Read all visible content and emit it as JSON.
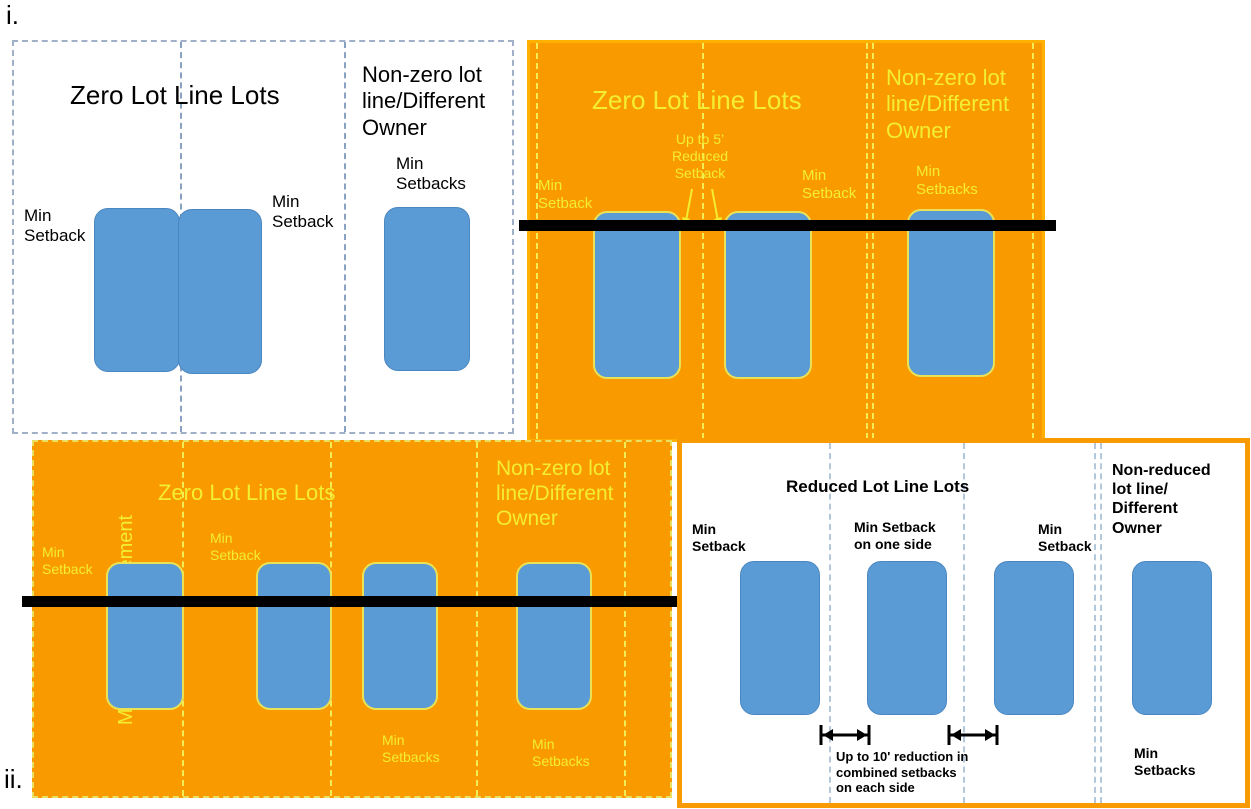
{
  "labels": {
    "i": "i.",
    "ii": "ii."
  },
  "panel1": {
    "title": "Zero Lot Line Lots",
    "nonzero": "Non-zero lot\nline/Different\nOwner",
    "left_setback": "Min\nSetback",
    "mid_setback": "Min\nSetback",
    "right_setbacks": "Min\nSetbacks"
  },
  "panel2": {
    "title": "Zero Lot Line Lots",
    "nonzero": "Non-zero lot\nline/Different\nOwner",
    "reduced": "Up to 5’\nReduced\nSetback",
    "left_setback": "Min\nSetback",
    "mid_setback": "Min\nSetback",
    "right_setbacks": "Min\nSetbacks"
  },
  "panel3": {
    "title": "Zero Lot Line Lots",
    "nonzero": "Non-zero lot\nline/Different\nOwner",
    "easement": "Maintenance Easement",
    "left_setback": "Min\nSetback",
    "mid_setback": "Min\nSetback",
    "bottom_setbacks_1": "Min\nSetbacks",
    "bottom_setbacks_2": "Min\nSetbacks"
  },
  "panel4": {
    "title": "Reduced Lot Line Lots",
    "nonreduced": "Non-reduced\nlot line/\nDifferent\nOwner",
    "left_setback": "Min\nSetback",
    "one_side": "Min Setback\non one side",
    "right_setback": "Min\nSetback",
    "reduction": "Up to 10' reduction in\ncombined setbacks\non each side",
    "bottom_setbacks": "Min\nSetbacks"
  }
}
